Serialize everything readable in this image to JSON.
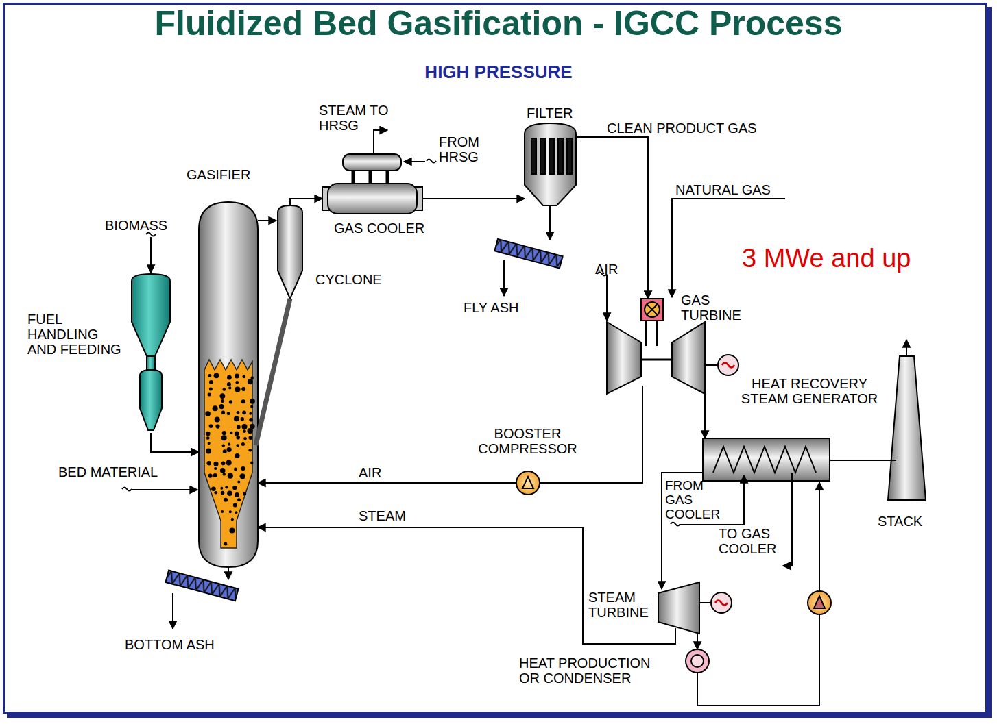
{
  "diagram": {
    "title": "Fluidized Bed Gasification - IGCC Process",
    "nodes": [
      {
        "text": [
          "FUEL HANDLING AND FEEDING"
        ]
      },
      {
        "text": [
          "GASIFIER"
        ]
      },
      {
        "text": [
          "CYCLONE"
        ]
      },
      {
        "text": [
          "GAS COOLER"
        ]
      },
      {
        "text": [
          "FILTER"
        ]
      },
      {
        "text": [
          "GAS TURBINE"
        ]
      },
      {
        "text": [
          "BOOSTER COMPRESSOR"
        ]
      },
      {
        "text": [
          "HEAT RECOVERY STEAM GENERATOR"
        ]
      },
      {
        "text": [
          "STACK"
        ]
      },
      {
        "text": [
          "STEAM TURBINE"
        ]
      },
      {
        "text": [
          "HEAT PRODUCTION OR CONDENSER"
        ]
      }
    ],
    "edges": [
      {
        "from": 0,
        "to": 1,
        "arrow": "to"
      },
      {
        "from": 1,
        "to": 2,
        "arrow": "to"
      },
      {
        "from": 2,
        "to": 1,
        "arrow": "none"
      },
      {
        "from": 2,
        "to": 3,
        "arrow": "to"
      },
      {
        "from": 3,
        "to": 4,
        "arrow": "to"
      },
      {
        "from": 4,
        "to": 5,
        "label": "CLEAN PRODUCT GAS",
        "arrow": "to"
      },
      {
        "from": 5,
        "to": 7,
        "arrow": "to"
      },
      {
        "from": 7,
        "to": 8,
        "arrow": "none"
      },
      {
        "from": 5,
        "to": 6,
        "arrow": "none"
      },
      {
        "from": 6,
        "to": 1,
        "label": "AIR",
        "arrow": "to"
      },
      {
        "from": 7,
        "to": 9,
        "arrow": "to"
      },
      {
        "from": 9,
        "to": 1,
        "label": "STEAM",
        "arrow": "to"
      },
      {
        "from": 9,
        "to": 10,
        "arrow": "to"
      }
    ],
    "labels": [
      "HIGH PRESSURE",
      "STEAM TO HRSG",
      "FROM HRSG",
      "NATURAL GAS",
      "3 MWe and up",
      "AIR",
      "FLY ASH",
      "BIOMASS",
      "BED MATERIAL",
      "BOTTOM ASH",
      "FROM GAS COOLER",
      "TO GAS COOLER"
    ]
  }
}
